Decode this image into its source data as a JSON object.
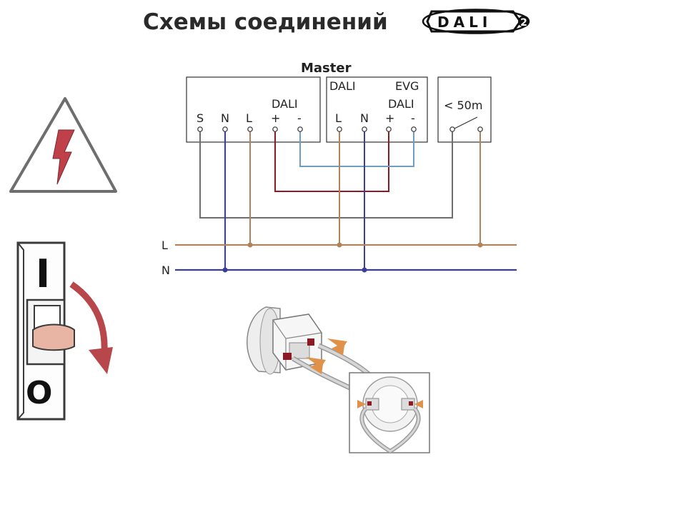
{
  "header": {
    "title": "Схемы соединений",
    "logo_text": "DALI",
    "logo_version": "2"
  },
  "master": {
    "label": "Master",
    "terminals": [
      "S",
      "N",
      "L",
      "+",
      "-"
    ],
    "dali_label": "DALI"
  },
  "evg": {
    "dali_label": "DALI",
    "evg_label": "EVG",
    "dali_label_2": "DALI",
    "terminals": [
      "L",
      "N",
      "+",
      "-"
    ]
  },
  "push_button": {
    "label": "< 50m"
  },
  "rails": {
    "l_label": "L",
    "n_label": "N"
  },
  "breaker": {
    "on_label": "I",
    "off_label": "O"
  },
  "colors": {
    "brown": "#b0835a",
    "blue": "#3c3c9a",
    "red": "#8b1a24",
    "lightblue": "#6f9fbf",
    "grey": "#6e6e6e",
    "warning_red": "#c0404a",
    "arrow_red": "#b8474b",
    "orange": "#e0924a"
  }
}
